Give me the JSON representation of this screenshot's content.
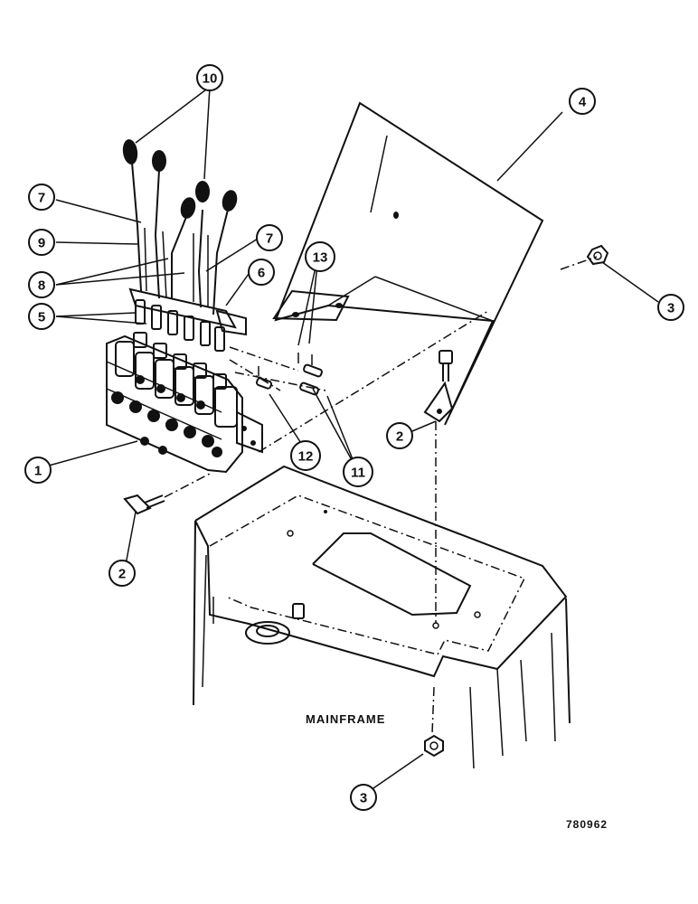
{
  "callouts": {
    "c10": "10",
    "c4": "4",
    "c7a": "7",
    "c7b": "7",
    "c9": "9",
    "c8": "8",
    "c5": "5",
    "c6": "6",
    "c13": "13",
    "c3a": "3",
    "c2a": "2",
    "c12": "12",
    "c11": "11",
    "c1": "1",
    "c2b": "2",
    "c3b": "3"
  },
  "labels": {
    "mainframe": "MAINFRAME",
    "drawing_number": "780962"
  }
}
